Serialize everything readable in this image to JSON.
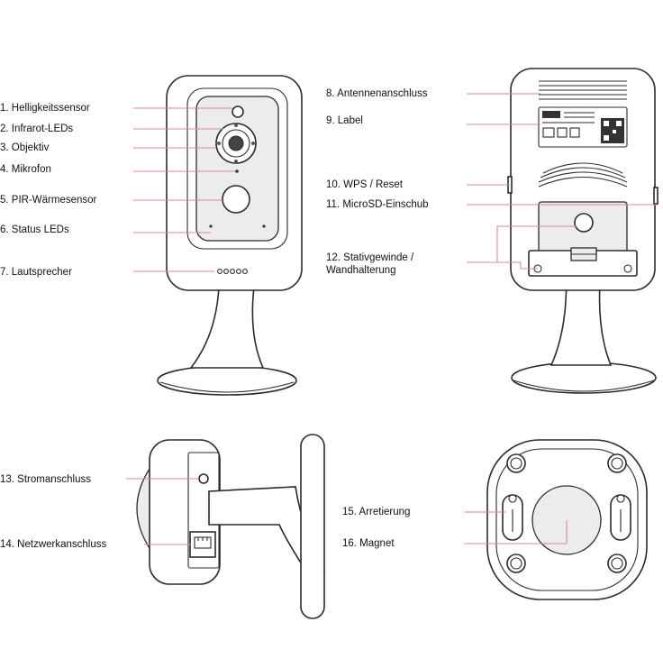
{
  "labels": {
    "l1": "1. Helligkeitssensor",
    "l2": "2. Infrarot-LEDs",
    "l3": "3. Objektiv",
    "l4": "4. Mikrofon",
    "l5": "5. PIR-Wärmesensor",
    "l6": "6. Status LEDs",
    "l7": "7. Lautsprecher",
    "l8": "8. Antennenanschluss",
    "l9": "9. Label",
    "l10": "10. WPS / Reset",
    "l11": "11. MicroSD-Einschub",
    "l12": "12. Stativgewinde / Wandhalterung",
    "l13": "13. Stromanschluss",
    "l14": "14. Netzwerkanschluss",
    "l15": "15. Arretierung",
    "l16": "16. Magnet"
  },
  "colors": {
    "leader_line": "#d98a96",
    "outline": "#2b2b2b"
  }
}
